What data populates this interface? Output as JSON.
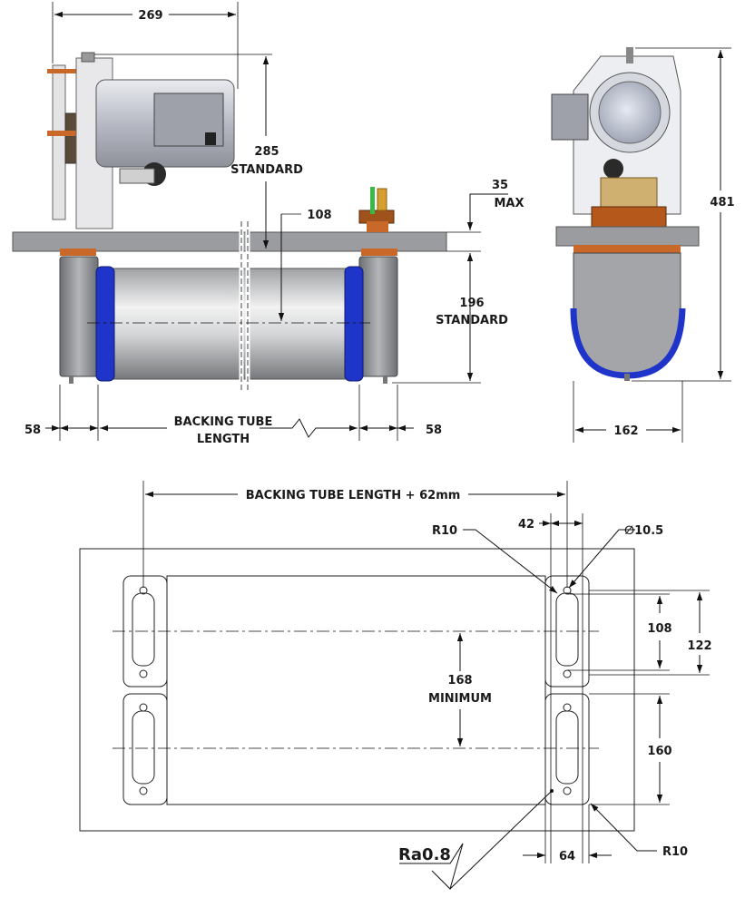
{
  "side_view": {
    "dim_overall_width": "269",
    "dim_height_line1": "285",
    "dim_height_line2": "STANDARD",
    "dim_offset": "108",
    "dim_plate_line1": "35",
    "dim_plate_line2": "MAX",
    "dim_tube_line1": "196",
    "dim_tube_line2": "STANDARD",
    "dim_left_end": "58",
    "dim_right_end": "58",
    "dim_backing_line1": "BACKING TUBE",
    "dim_backing_line2": "LENGTH"
  },
  "end_view": {
    "dim_height": "481",
    "dim_width": "162"
  },
  "plan_view": {
    "dim_overall": "BACKING TUBE LENGTH + 62mm",
    "dim_hole_spacing_x": "42",
    "dim_hole_dia": "∅10.5",
    "label_radius_top": "R10",
    "label_radius_bottom": "R10",
    "dim_108": "108",
    "dim_122": "122",
    "dim_min_line1": "168",
    "dim_min_line2": "MINIMUM",
    "dim_160": "160",
    "dim_64": "64",
    "label_roughness": "Ra0.8"
  },
  "colors": {
    "plate": "#9a9c9f",
    "tube": "#c9cacc",
    "clamp_blue": "#1f35c9",
    "copper": "#c8692a",
    "motor": "#b9bbc4"
  }
}
